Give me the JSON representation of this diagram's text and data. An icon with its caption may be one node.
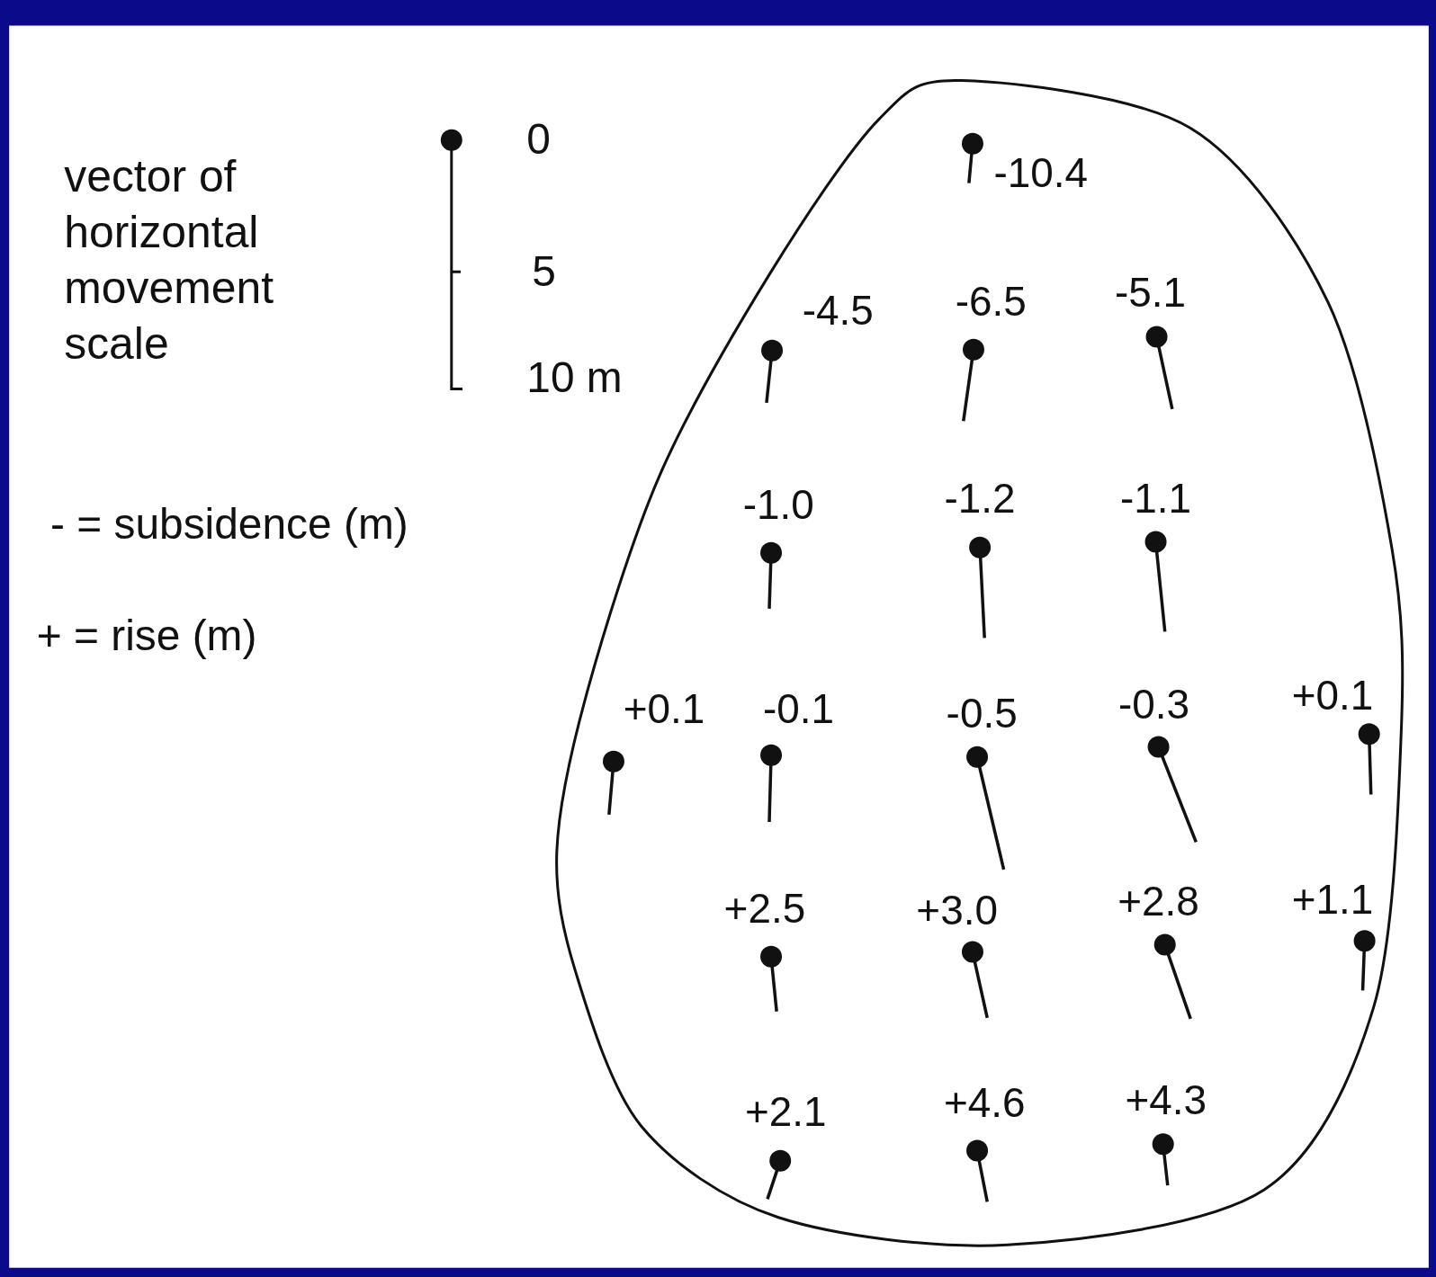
{
  "diagram": {
    "labels": [
      "vector of horizontal movement scale",
      "0",
      "5",
      "10 m",
      "- = subsidence (m)",
      "+ = rise (m)",
      "-10.4",
      "-4.5",
      "-6.5",
      "-5.1",
      "-1.0",
      "-1.2",
      "-1.1",
      "+0.1",
      "-0.1",
      "-0.5",
      "-0.3",
      "+0.1",
      "+2.5",
      "+3.0",
      "+2.8",
      "+1.1",
      "+2.1",
      "+4.6",
      "+4.3"
    ]
  }
}
